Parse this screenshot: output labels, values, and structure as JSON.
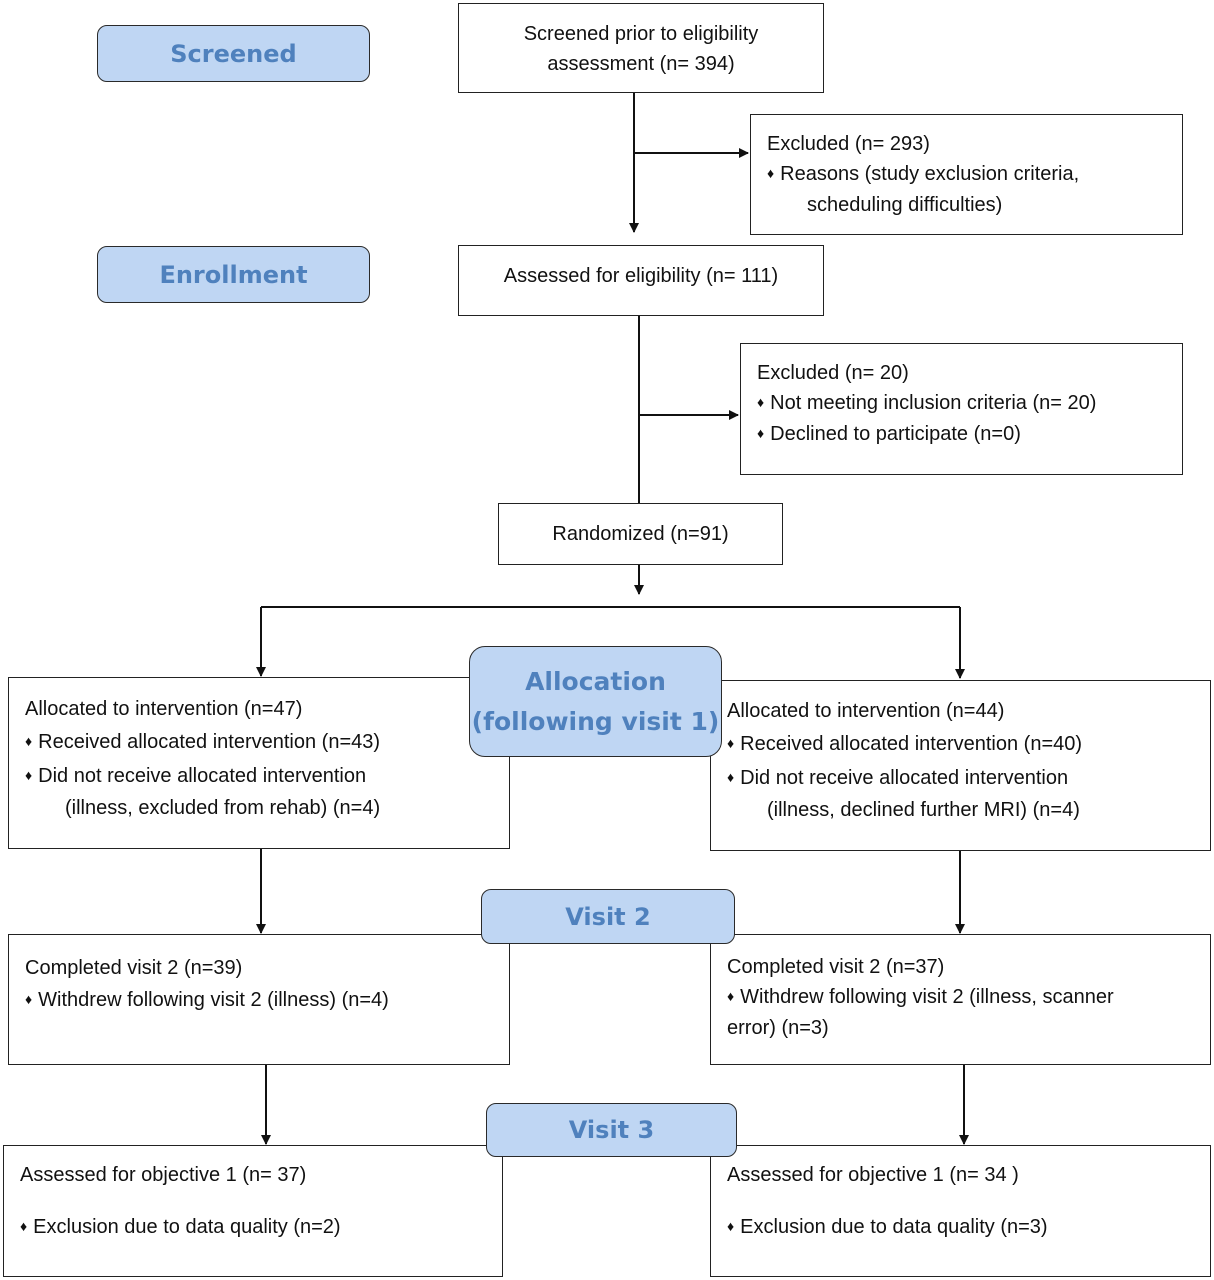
{
  "stages": {
    "screened": "Screened",
    "enrollment": "Enrollment",
    "allocation_1": "Allocation",
    "allocation_2": "(following visit 1)",
    "visit2": "Visit 2",
    "visit3": "Visit 3"
  },
  "screened_box": {
    "line1": "Screened prior to eligibility",
    "line2": "assessment (n= 394)"
  },
  "excluded_1": {
    "title": "Excluded  (n= 293)",
    "reason_1": "Reasons (study exclusion criteria,",
    "reason_2": "scheduling difficulties)"
  },
  "assessed_box": {
    "text": "Assessed for eligibility (n= 111)"
  },
  "excluded_2": {
    "title": "Excluded  (n= 20)",
    "item_1": "Not meeting inclusion criteria (n= 20)",
    "item_2": "Declined to participate (n=0)"
  },
  "randomized_box": {
    "text": "Randomized (n=91)"
  },
  "left_alloc": {
    "title": "Allocated to intervention (n=47)",
    "item_1": "Received allocated intervention (n=43)",
    "item_2": "Did not receive allocated intervention",
    "item_2b": "(illness, excluded from rehab) (n=4)"
  },
  "right_alloc": {
    "title": "Allocated to intervention (n=44)",
    "item_1": "Received allocated intervention (n=40)",
    "item_2": "Did not receive allocated intervention",
    "item_2b": "(illness, declined further MRI) (n=4)"
  },
  "left_visit2": {
    "title": "Completed visit 2 (n=39)",
    "item_1": "Withdrew following visit 2 (illness) (n=4)"
  },
  "right_visit2": {
    "title": "Completed visit 2 (n=37)",
    "item_1": "Withdrew following visit 2 (illness, scanner",
    "item_1b": "error) (n=3)"
  },
  "left_visit3": {
    "title": "Assessed for objective 1 (n= 37)",
    "item_1": "Exclusion due to data quality (n=2)"
  },
  "right_visit3": {
    "title": "Assessed for objective 1 (n= 34 )",
    "item_1": "Exclusion due to data quality (n=3)"
  },
  "colors": {
    "stage_fill": "#bfd6f3",
    "stage_text": "#4f81bd",
    "line": "#111111"
  }
}
